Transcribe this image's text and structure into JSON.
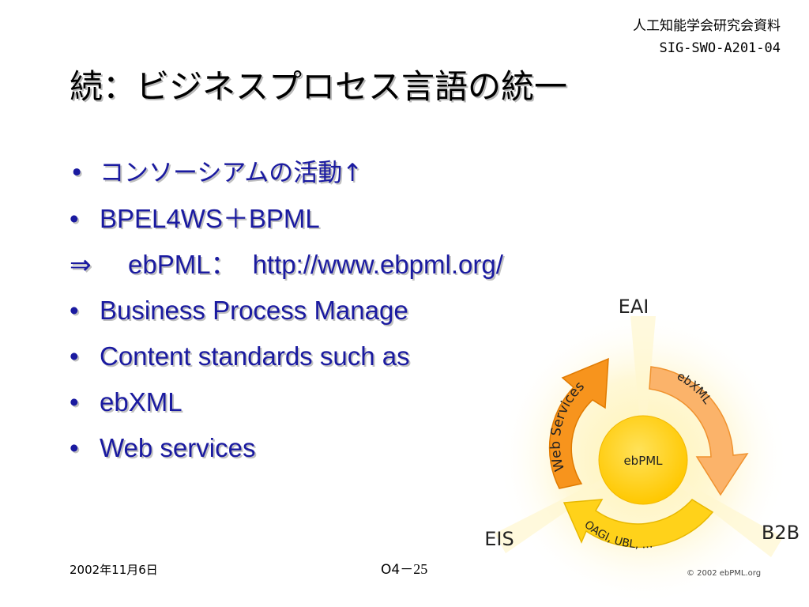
{
  "header": {
    "line1": "人工知能学会研究会資料",
    "line2": "SIG-SWO-A201-04"
  },
  "slide": {
    "title": "続：ビジネスプロセス言語の統一",
    "bullets": [
      {
        "marker": "•",
        "text": "コンソーシアムの活動↑"
      },
      {
        "marker": "•",
        "text": "BPEL4WS＋BPML"
      },
      {
        "marker": "⇒",
        "parts": [
          "ebPML：",
          "http://www.ebpml.org/"
        ]
      },
      {
        "marker": "•",
        "text": "Business Process Manage"
      },
      {
        "marker": "•",
        "text": "Content standards such as"
      },
      {
        "marker": "•",
        "text": "ebXML"
      },
      {
        "marker": "•",
        "text": "Web services"
      }
    ]
  },
  "diagram": {
    "center": "ebPML",
    "arrow_left": "Web Services",
    "arrow_right": "ebXML",
    "arrow_bottom": "OAGI,  UBL, …",
    "corner_top": "EAI",
    "corner_left": "EIS",
    "corner_right": "B2B",
    "copyright": "© 2002 ebPML.org",
    "colors": {
      "center": "#ffd21a",
      "arrow_left": "#f7941d",
      "arrow_right": "#fbb36a",
      "arrow_bottom": "#ffd21a",
      "glow": "#fff1b3"
    }
  },
  "footer": {
    "date": "2002年11月6日",
    "page_prefix": "O4－",
    "page_number": "25"
  }
}
